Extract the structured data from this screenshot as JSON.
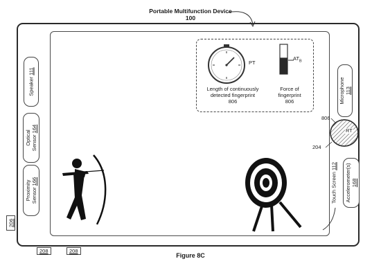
{
  "header": {
    "title": "Portable Multifunction Device",
    "number": "100"
  },
  "left_components": [
    {
      "label": "Speaker",
      "ref": "111"
    },
    {
      "label_line1": "Optical",
      "label_line2": "Sensor",
      "ref": "164"
    },
    {
      "label_line1": "Proximity",
      "label_line2": "Sensor",
      "ref": "166"
    }
  ],
  "right_components": [
    {
      "label": "Microphone",
      "ref": "113"
    },
    {
      "label": "Accelerometer(s)",
      "ref": "168"
    }
  ],
  "touch_screen": {
    "label": "Touch Screen",
    "ref": "112"
  },
  "indicators": {
    "timer_label": "PT",
    "timer_caption_line1": "Length of continuously",
    "timer_caption_line2": "detected fingerprint",
    "timer_caption_ref": "806",
    "force_label_main": "AT",
    "force_label_sub": "B",
    "force_caption_line1": "Force of",
    "force_caption_line2": "fingerprint",
    "force_caption_ref": "806",
    "force_level_percent": 55
  },
  "contact": {
    "label": "RT",
    "ref_outer": "806",
    "ref_inner": "204"
  },
  "device_refs": {
    "side": "206",
    "bottom_left": "208",
    "bottom_right": "208"
  },
  "figure_caption": "Figure 8C"
}
